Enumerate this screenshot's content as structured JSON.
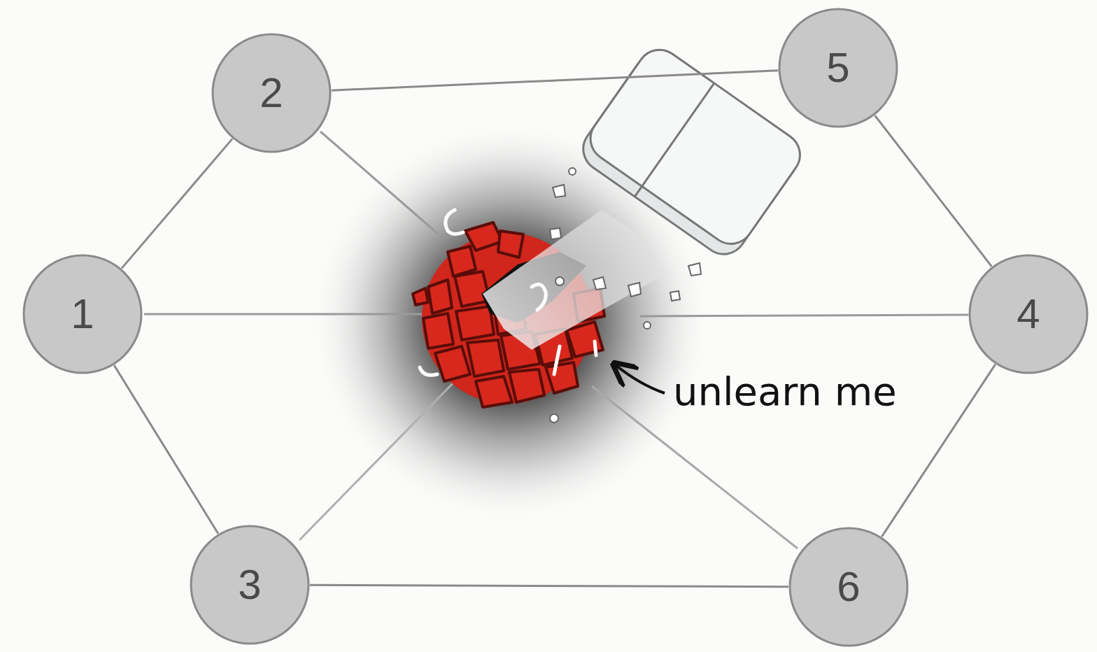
{
  "diagram": {
    "nodes": [
      {
        "text": [
          "1"
        ]
      },
      {
        "text": [
          "2"
        ]
      },
      {
        "text": [
          "3"
        ]
      },
      {
        "text": [
          "4"
        ]
      },
      {
        "text": [
          "5"
        ]
      },
      {
        "text": [
          "6"
        ]
      }
    ],
    "edges": [
      {
        "from": 0,
        "to": 1,
        "arrow": "none"
      },
      {
        "from": 0,
        "to": 2,
        "arrow": "none"
      },
      {
        "from": 1,
        "to": 4,
        "arrow": "none"
      },
      {
        "from": 2,
        "to": 5,
        "arrow": "none"
      },
      {
        "from": 4,
        "to": 3,
        "arrow": "none"
      },
      {
        "from": 3,
        "to": 5,
        "arrow": "none"
      }
    ],
    "labels": [
      "unlearn me"
    ]
  }
}
